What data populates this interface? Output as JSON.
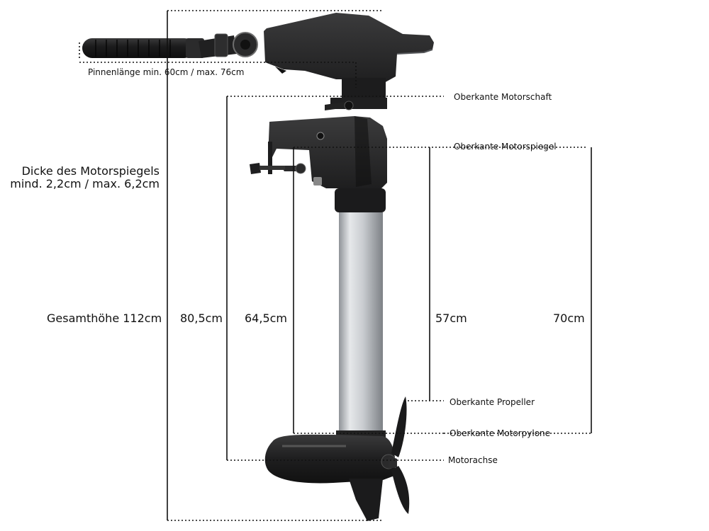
{
  "labels": {
    "tiller_length": "Pinnenlänge min. 60cm / max. 76cm",
    "transom_thickness_line1": "Dicke des Motorspiegels",
    "transom_thickness_line2": "mind. 2,2cm / max. 6,2cm",
    "total_height": "Gesamthöhe 112cm",
    "dim_80": "80,5cm",
    "dim_64": "64,5cm",
    "dim_57": "57cm",
    "dim_70": "70cm",
    "shaft_top": "Oberkante Motorschaft",
    "transom_top": "Oberkante Motorspiegel",
    "propeller_top": "Oberkante Propeller",
    "pylon_top": "Oberkante Motorpylone",
    "motor_axis": "Motorachse"
  },
  "colors": {
    "ink": "#111111",
    "motor_body": "#2a2a2b",
    "motor_dark": "#1b1b1c",
    "shaft_light": "#d9dcde",
    "shaft_mid": "#a9adb1"
  }
}
